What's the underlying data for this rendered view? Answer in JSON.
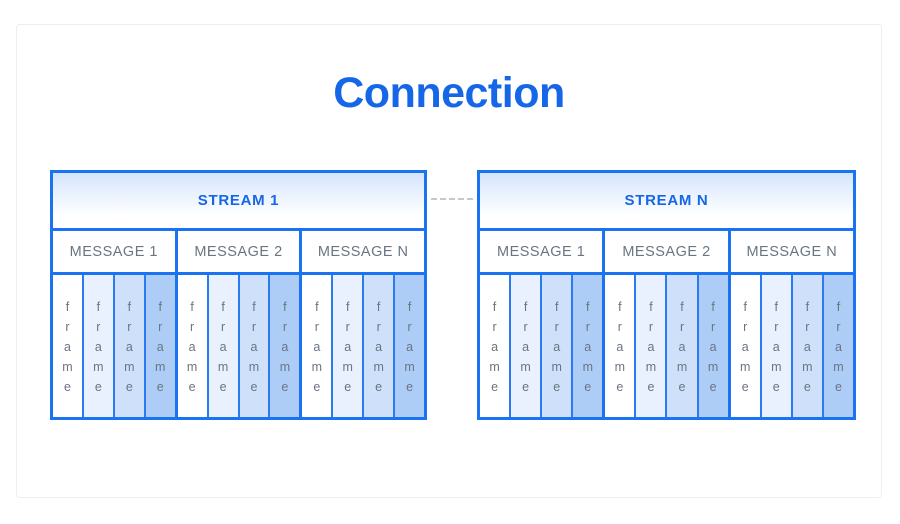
{
  "title": "Connection",
  "colors": {
    "accent": "#1a73f0",
    "title": "#1667e8",
    "label_gray": "#6a7582",
    "card_border": "#eceef1",
    "connector": "#c4c9cf"
  },
  "frame_label_letters": [
    "f",
    "r",
    "a",
    "m",
    "e"
  ],
  "frame_shades": [
    "#ffffff",
    "#e8f1fd",
    "#cfe1fa",
    "#aecdf6"
  ],
  "streams": [
    {
      "name": "stream-1",
      "title": "STREAM 1",
      "messages": [
        {
          "label": "MESSAGE 1",
          "frames": [
            "frame",
            "frame",
            "frame",
            "frame"
          ]
        },
        {
          "label": "MESSAGE 2",
          "frames": [
            "frame",
            "frame",
            "frame",
            "frame"
          ]
        },
        {
          "label": "MESSAGE N",
          "frames": [
            "frame",
            "frame",
            "frame",
            "frame"
          ]
        }
      ]
    },
    {
      "name": "stream-n",
      "title": "STREAM N",
      "messages": [
        {
          "label": "MESSAGE 1",
          "frames": [
            "frame",
            "frame",
            "frame",
            "frame"
          ]
        },
        {
          "label": "MESSAGE 2",
          "frames": [
            "frame",
            "frame",
            "frame",
            "frame"
          ]
        },
        {
          "label": "MESSAGE N",
          "frames": [
            "frame",
            "frame",
            "frame",
            "frame"
          ]
        }
      ]
    }
  ],
  "connector": {
    "style": "dashed"
  }
}
